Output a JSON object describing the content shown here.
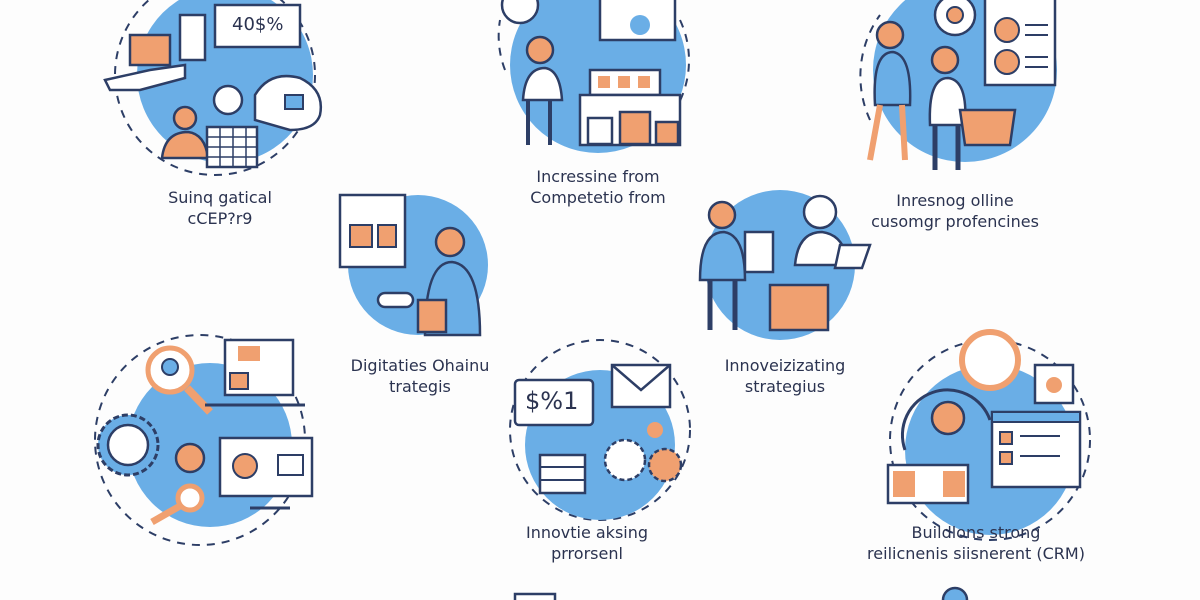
{
  "colors": {
    "blue": "#6aaee6",
    "orange": "#f0a070",
    "outline": "#2d3e66",
    "text": "#2b3350"
  },
  "concepts": [
    {
      "line1": "Suinq gatical",
      "line2": "cCEP?r9",
      "badge": "40$%",
      "icons": [
        "shopping-cart-icon",
        "price-tag-icon",
        "hand-icon",
        "person-icon",
        "calendar-icon",
        "clock-icon",
        "speech-bubble-icon"
      ]
    },
    {
      "line1": "Incressine from",
      "line2": "Competetio from",
      "icons": [
        "dollar-coin-icon",
        "person-icon",
        "storefront-icon",
        "plant-pot-icon",
        "laptop-icon"
      ]
    },
    {
      "line1": "Inresnog olline",
      "line2": "cusomgr profencines",
      "icons": [
        "gear-icon",
        "checklist-document-icon",
        "people-handshake-icon",
        "shopping-cart-icon"
      ]
    },
    {
      "line1": "Digitaties Ohainu",
      "line2": "trategis",
      "icons": [
        "clipboard-icon",
        "person-icon",
        "shopping-bag-icon"
      ]
    },
    {
      "line1": "Innoveizizating",
      "line2": "strategius",
      "icons": [
        "person-icon",
        "calculator-icon",
        "laptop-icon",
        "shopping-bag-icon"
      ]
    },
    {
      "line1": "",
      "line2": "",
      "icons": [
        "magnifier-person-icon",
        "gear-clock-icon",
        "monitor-cart-icon",
        "key-icon",
        "document-icon"
      ]
    },
    {
      "line1": "Innovtie aksing",
      "line2": "prrorsenl",
      "price_text": "$%1",
      "icons": [
        "price-tag-icon",
        "envelope-icon",
        "gear-icon",
        "stack-icon"
      ]
    },
    {
      "line1": "Buildlons strong",
      "line2": "reilicnenis siisnerent (CRM)",
      "icons": [
        "customer-support-icon",
        "chat-icon",
        "dashboard-icon",
        "money-icon"
      ]
    }
  ]
}
